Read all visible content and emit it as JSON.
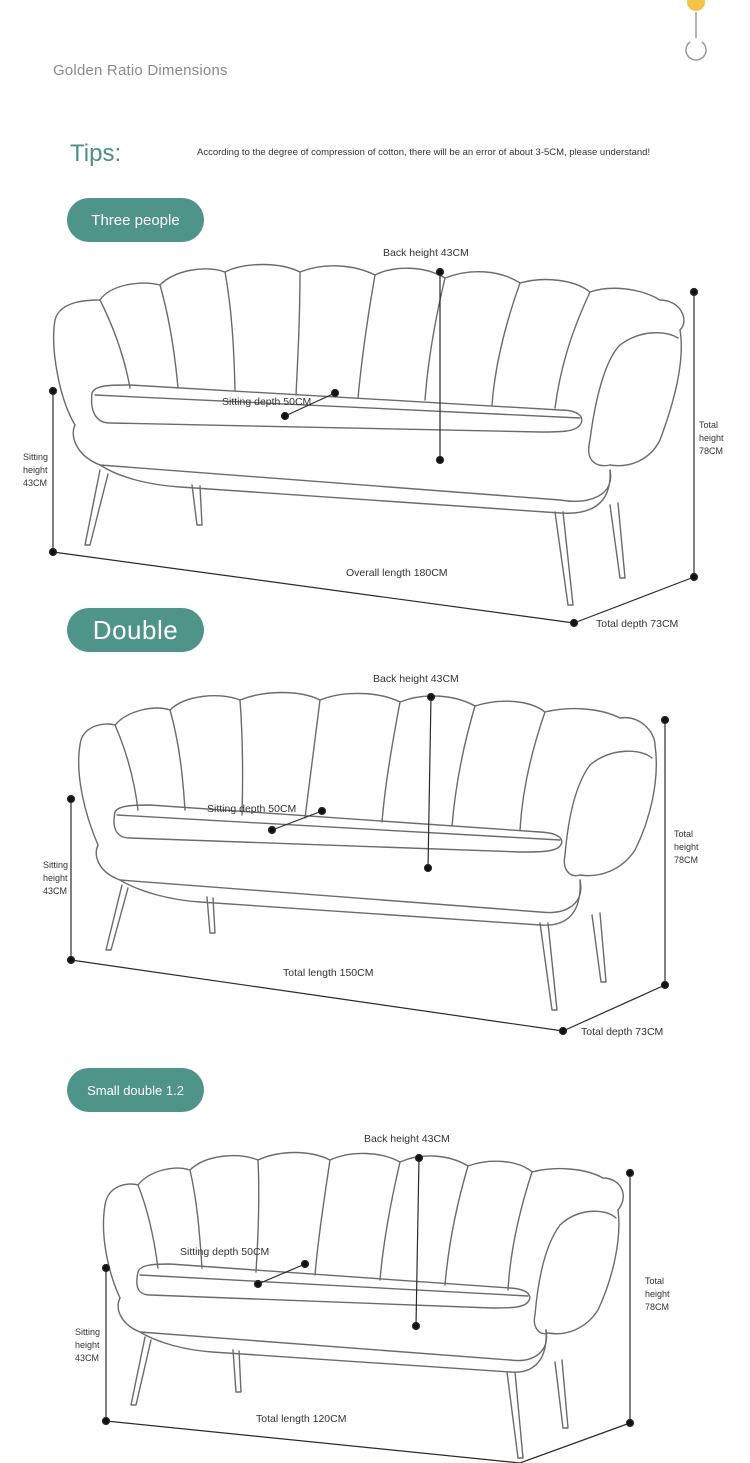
{
  "header": {
    "title": "Golden Ratio Dimensions",
    "icon": "power-icon",
    "accent_color": "#f2c24a"
  },
  "tips": {
    "label": "Tips:",
    "text": "According to the degree of compression of cotton, there will be an error of about 3-5CM, please understand!",
    "color": "#4d8f87"
  },
  "pill_color": "#4f9488",
  "sections": [
    {
      "badge": "Three people",
      "back_height": "Back height 43CM",
      "sitting_depth": "Sitting depth 50CM",
      "sitting_height": [
        "Sitting",
        "height",
        "43CM"
      ],
      "total_height": [
        "Total",
        "height",
        "78CM"
      ],
      "length": "Overall length 180CM",
      "total_depth": "Total depth 73CM"
    },
    {
      "badge": "Double",
      "back_height": "Back height 43CM",
      "sitting_depth": "Sitting depth 50CM",
      "sitting_height": [
        "Sitting",
        "height",
        "43CM"
      ],
      "total_height": [
        "Total",
        "height",
        "78CM"
      ],
      "length": "Total length 150CM",
      "total_depth": "Total depth 73CM"
    },
    {
      "badge": "Small double 1.2",
      "back_height": "Back height 43CM",
      "sitting_depth": "Sitting depth 50CM",
      "sitting_height": [
        "Sitting",
        "height",
        "43CM"
      ],
      "total_height": [
        "Total",
        "height",
        "78CM"
      ],
      "length": "Total length 120CM"
    }
  ]
}
